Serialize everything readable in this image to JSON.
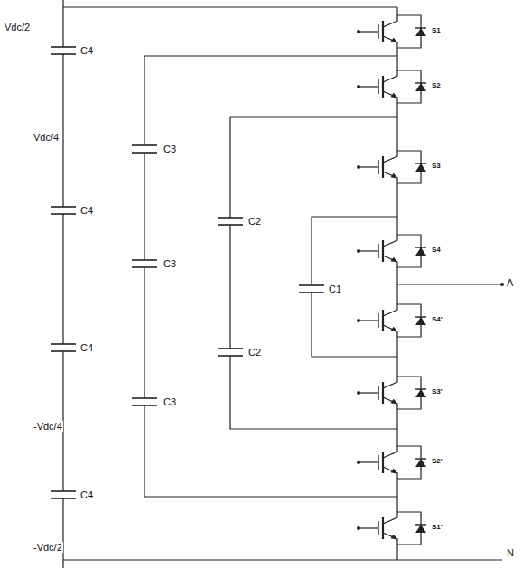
{
  "diagram": {
    "labels": [
      "Vdc/2",
      "Vdc/4",
      "-Vdc/4",
      "-Vdc/2",
      "C4",
      "C4",
      "C4",
      "C4",
      "C3",
      "C3",
      "C3",
      "C2",
      "C2",
      "C1",
      "S1",
      "S2",
      "S3",
      "S4",
      "S4'",
      "S3'",
      "S2'",
      "S1'",
      "A",
      "N"
    ]
  }
}
